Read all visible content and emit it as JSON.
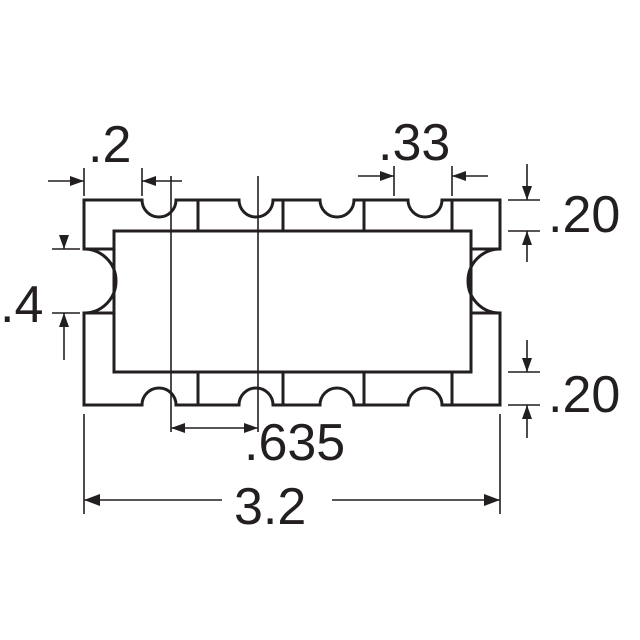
{
  "dimensions": {
    "terminal_width": ".2",
    "terminal_gap": ".33",
    "top_margin": ".20",
    "side_terminal_height": ".4",
    "pitch": ".635",
    "bottom_margin": ".20",
    "overall_length": "3.2"
  },
  "colors": {
    "ink": "#231f20",
    "background": "#ffffff"
  }
}
